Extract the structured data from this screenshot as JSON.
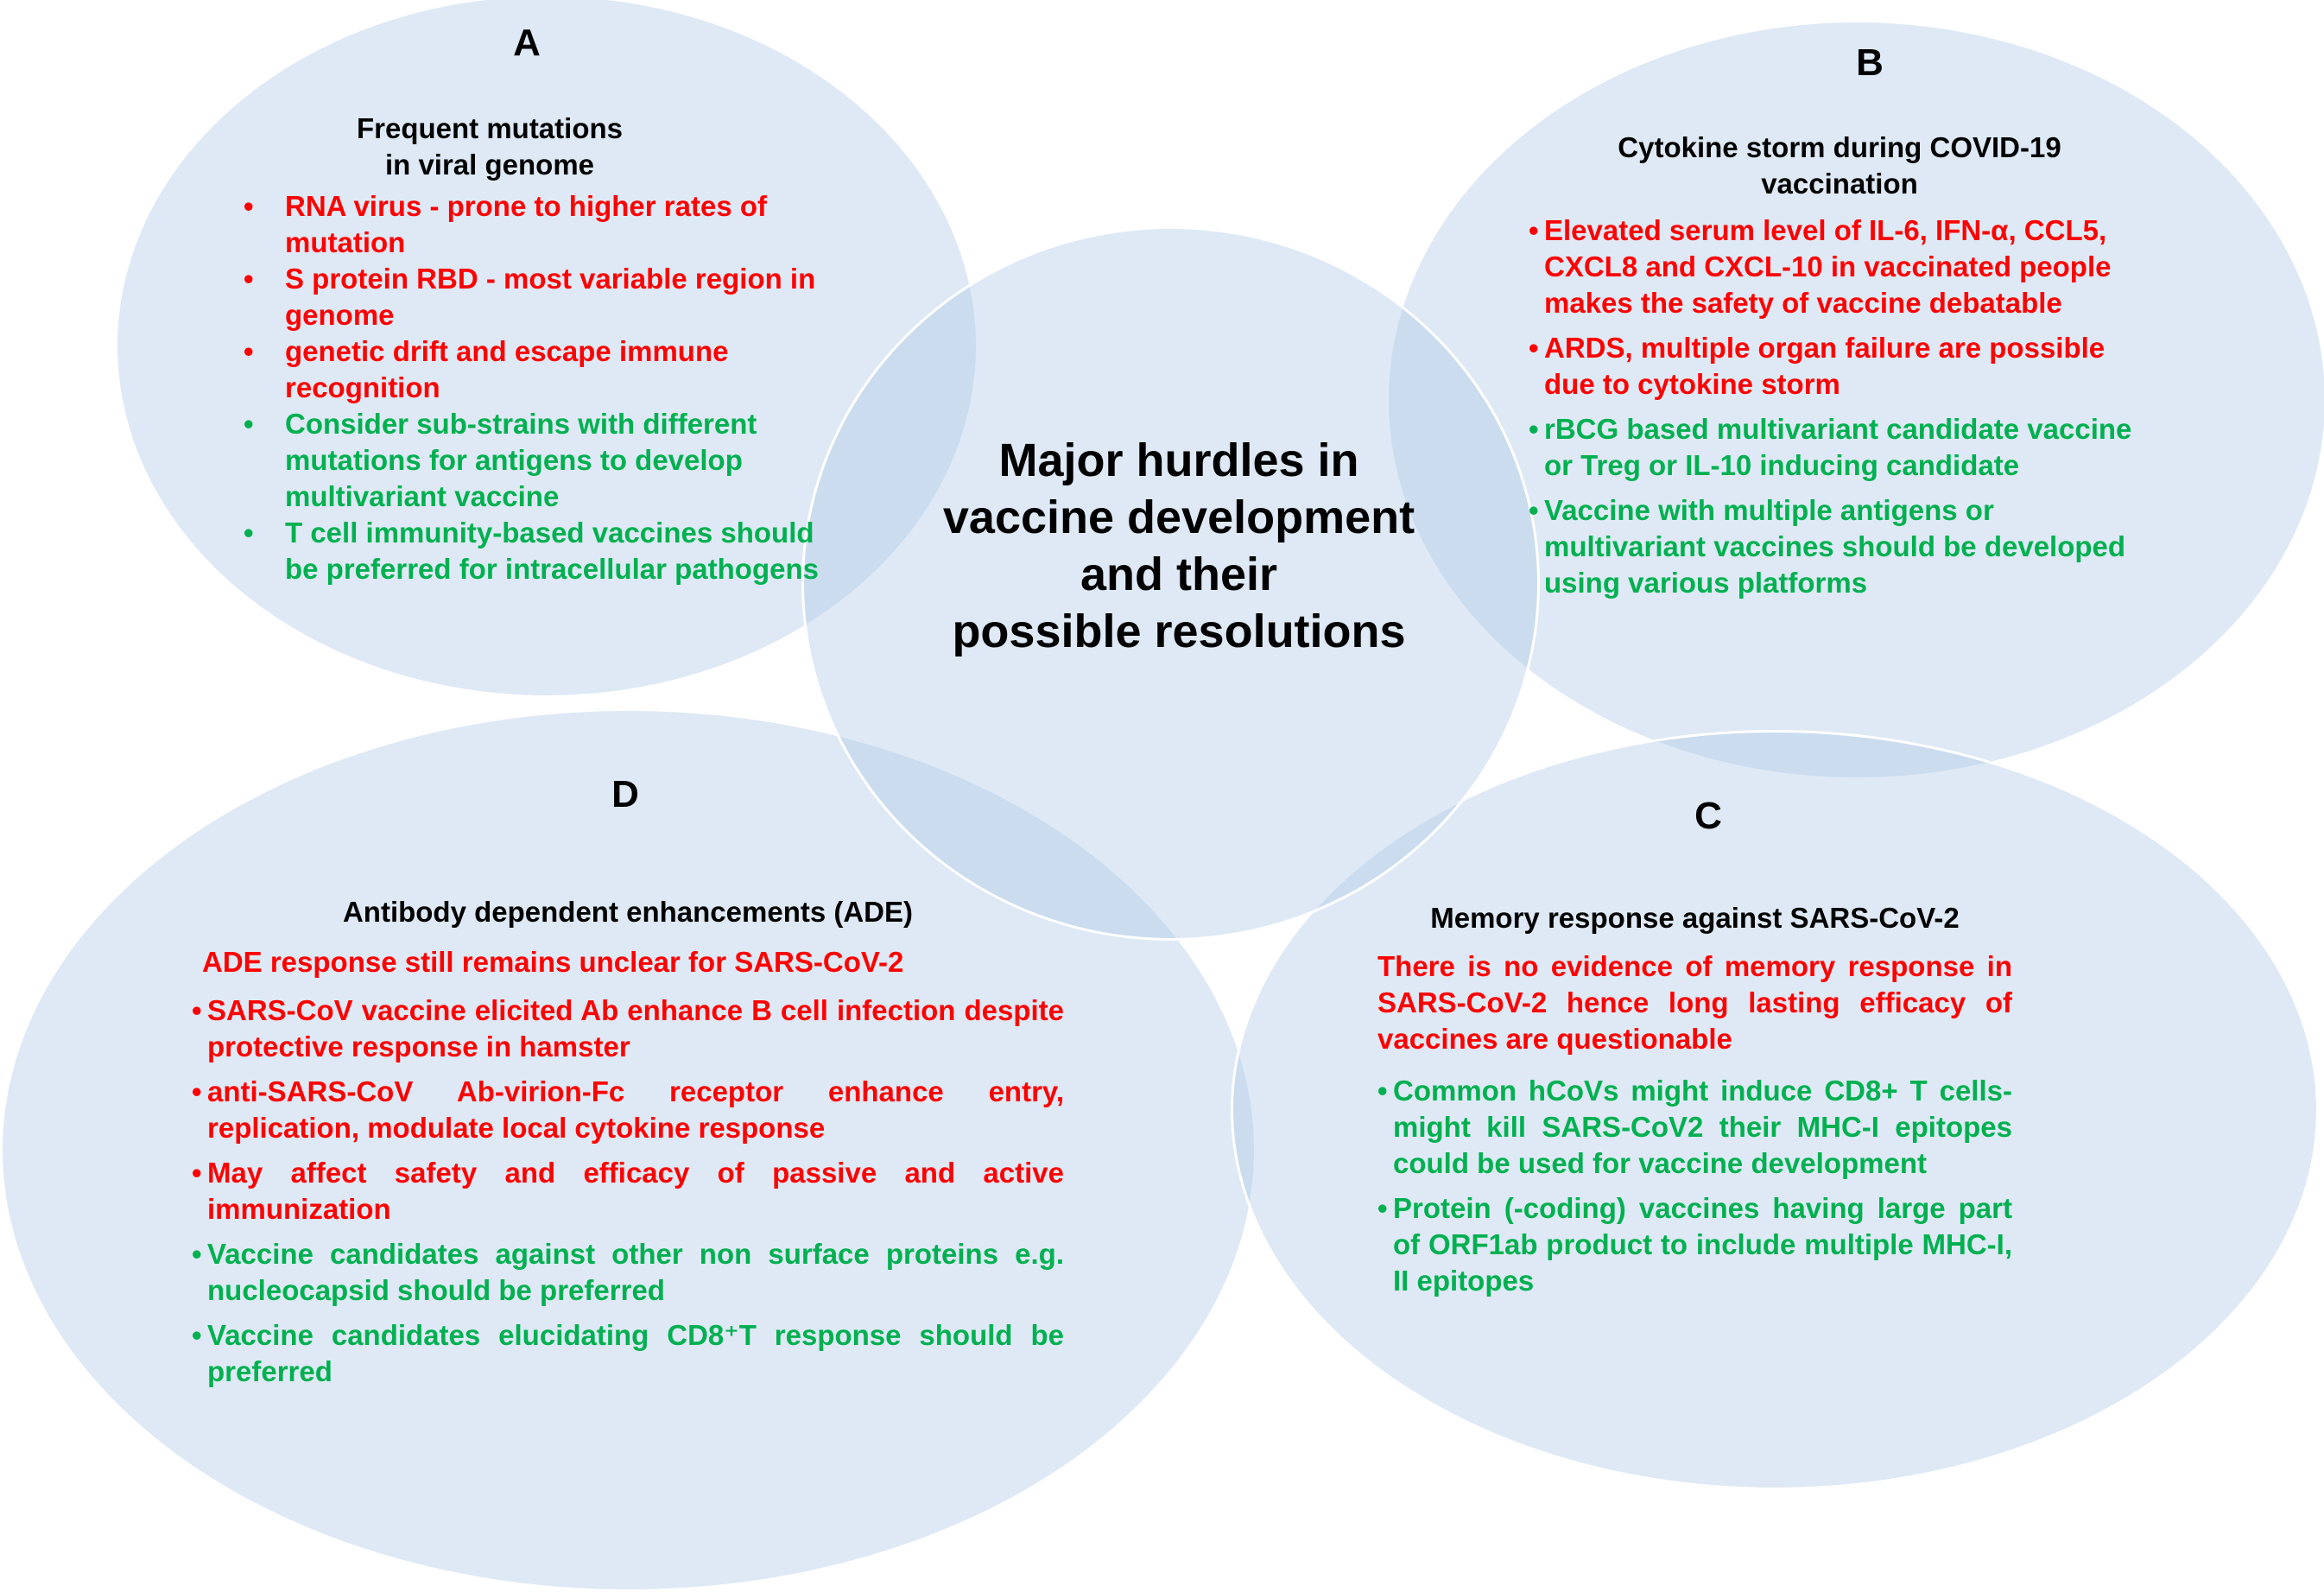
{
  "center": {
    "title_lines": [
      "Major hurdles in",
      "vaccine development",
      "and their",
      "possible resolutions"
    ]
  },
  "panel_a": {
    "letter": "A",
    "heading_lines": [
      "Frequent mutations",
      "in viral genome"
    ],
    "bullets": [
      {
        "text": "RNA virus -  prone to higher rates of mutation",
        "color": "#ff0000"
      },
      {
        "text": "S protein RBD - most variable region in genome",
        "color": "#ff0000"
      },
      {
        "text": "genetic drift and escape immune recognition",
        "color": "#ff0000"
      },
      {
        "text": "Consider sub-strains with different mutations for antigens to develop multivariant vaccine",
        "color": "#00b050"
      },
      {
        "text": "T cell immunity-based vaccines should be preferred for intracellular pathogens",
        "color": "#00b050"
      }
    ]
  },
  "panel_b": {
    "letter": "B",
    "heading_lines": [
      "Cytokine storm during COVID-19",
      "vaccination"
    ],
    "bullets": [
      {
        "text": "Elevated serum level of IL-6, IFN-α, CCL5, CXCL8 and CXCL-10 in vaccinated people makes the safety of vaccine debatable",
        "color": "#ff0000"
      },
      {
        "text": "ARDS,  multiple organ failure are possible due to cytokine storm",
        "color": "#ff0000"
      },
      {
        "text": "rBCG based multivariant candidate vaccine or Treg or IL-10 inducing candidate",
        "color": "#00b050"
      },
      {
        "text": "Vaccine with multiple antigens or multivariant vaccines should be developed using various platforms",
        "color": "#00b050"
      }
    ]
  },
  "panel_c": {
    "letter": "C",
    "heading": "Memory response against SARS-CoV-2",
    "intro": "There is no evidence of memory response in SARS-CoV-2 hence long lasting efficacy of vaccines are questionable",
    "bullets": [
      {
        "text": "Common hCoVs might induce CD8+ T cells- might kill SARS-CoV2 their MHC-I epitopes could be used for vaccine development",
        "color": "#00b050"
      },
      {
        "text": "Protein (-coding) vaccines having large part of ORF1ab product to include multiple MHC-I, II epitopes",
        "color": "#00b050"
      }
    ]
  },
  "panel_d": {
    "letter": "D",
    "heading": "Antibody dependent enhancements (ADE)",
    "intro": "ADE response still remains unclear for SARS-CoV-2",
    "bullets": [
      {
        "text": "SARS-CoV vaccine elicited Ab enhance B cell infection despite protective response in hamster",
        "color": "#ff0000"
      },
      {
        "text": "anti-SARS-CoV      Ab-virion-Fc receptor enhance entry, replication, modulate local cytokine response",
        "color": "#ff0000"
      },
      {
        "text": "May affect safety and efficacy of passive and active immunization",
        "color": "#ff0000"
      },
      {
        "text": "Vaccine candidates against other non surface proteins e.g. nucleocapsid should be preferred",
        "color": "#00b050"
      },
      {
        "text": "Vaccine candidates elucidating CD8⁺T       response should be preferred",
        "color": "#00b050"
      }
    ]
  },
  "colors": {
    "problem": "#ff0000",
    "solution": "#00b050",
    "ellipse_fill": "#dbe6f3"
  }
}
